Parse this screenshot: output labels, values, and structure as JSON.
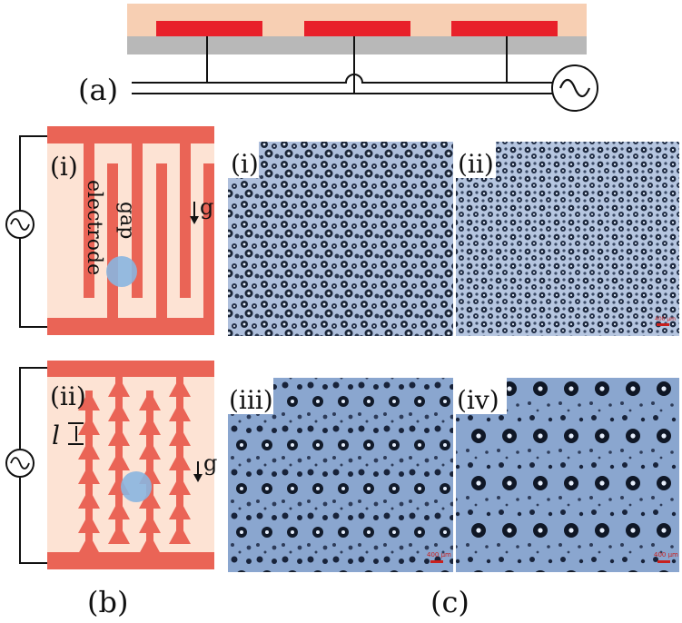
{
  "panel_a": {
    "label": "(a)"
  },
  "panel_b": {
    "label": "(b)",
    "sub_i": {
      "label": "(i)",
      "electrode_label": "electrode",
      "gap_label": "gap",
      "gravity_label": "g"
    },
    "sub_ii": {
      "label": "(ii)",
      "length_label": "l",
      "gravity_label": "g"
    }
  },
  "panel_c": {
    "label": "(c)",
    "micrographs": [
      {
        "label": "(i)",
        "scale_bar": ""
      },
      {
        "label": "(ii)",
        "scale_bar": "400 µm"
      },
      {
        "label": "(iii)",
        "scale_bar": "400 µm"
      },
      {
        "label": "(iv)",
        "scale_bar": "400 µm"
      }
    ]
  },
  "colors": {
    "coating": "#f7cfb3",
    "electrode_red": "#e8202a",
    "substrate_gray": "#b8b8b8",
    "electrode_coral": "#ea6456",
    "panel_bg": "#fde3d4",
    "droplet_blue": "#8ab5e0",
    "micrograph_bg": "#7f9fc9"
  }
}
